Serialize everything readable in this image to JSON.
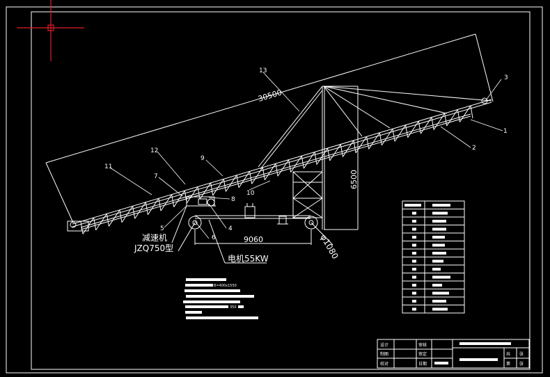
{
  "drawing": {
    "dimensions": {
      "overall_length": "30500",
      "height": "6500",
      "wheelbase": "9060",
      "wheel_diameter": "φ1080"
    },
    "components": {
      "reducer_name": "减速机",
      "reducer_model": "JZQ750型",
      "motor": "电机55KW"
    },
    "callouts": [
      "1",
      "2",
      "3",
      "4",
      "5",
      "6",
      "7",
      "8",
      "9",
      "10",
      "11",
      "12",
      "13"
    ],
    "notes_fragments": {
      "spec_a": "B=400x1550",
      "spec_b": "350"
    }
  },
  "title_block": {
    "design": "设计",
    "draw": "制图",
    "check": "校对",
    "review": "审核",
    "approve": "审定",
    "date": "日期",
    "total": "共",
    "sheet": "第",
    "unit": "张"
  },
  "colors": {
    "background": "#000000",
    "line": "#ffffff",
    "crosshair": "#e0202a"
  }
}
